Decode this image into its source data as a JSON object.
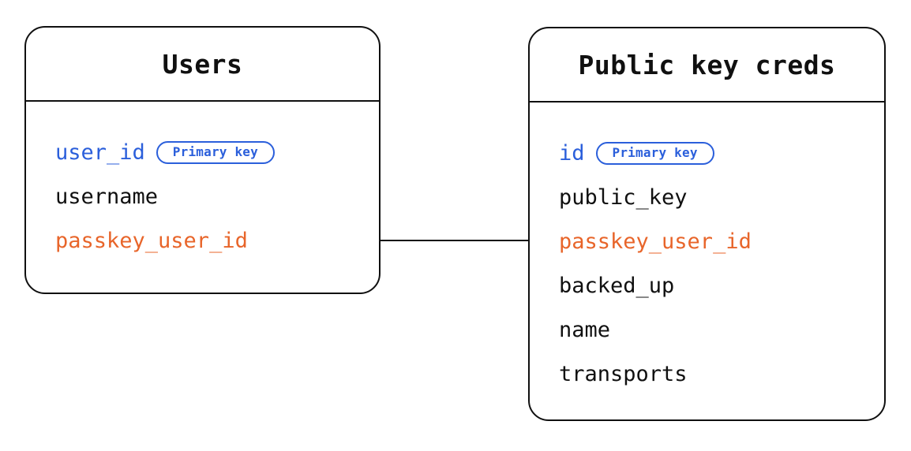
{
  "diagram": {
    "type": "entity-relationship-diagram",
    "background_color": "#ffffff",
    "colors": {
      "border": "#101010",
      "primary_key": "#2B5FDB",
      "foreign_key": "#E8652A",
      "text": "#101010"
    },
    "entities": [
      {
        "id": "users",
        "title": "Users",
        "fields": [
          {
            "name": "user_id",
            "role": "primary_key",
            "badge": "Primary key"
          },
          {
            "name": "username",
            "role": "plain",
            "badge": null
          },
          {
            "name": "passkey_user_id",
            "role": "foreign_key",
            "badge": null
          }
        ]
      },
      {
        "id": "public-key-creds",
        "title": "Public key creds",
        "fields": [
          {
            "name": "id",
            "role": "primary_key",
            "badge": "Primary key"
          },
          {
            "name": "public_key",
            "role": "plain",
            "badge": null
          },
          {
            "name": "passkey_user_id",
            "role": "foreign_key",
            "badge": null
          },
          {
            "name": "backed_up",
            "role": "plain",
            "badge": null
          },
          {
            "name": "name",
            "role": "plain",
            "badge": null
          },
          {
            "name": "transports",
            "role": "plain",
            "badge": null
          }
        ]
      }
    ],
    "relationships": [
      {
        "id": "users-to-public-key-creds",
        "from_entity": "users",
        "from_field": "passkey_user_id",
        "to_entity": "public-key-creds",
        "to_field": "passkey_user_id"
      }
    ]
  }
}
